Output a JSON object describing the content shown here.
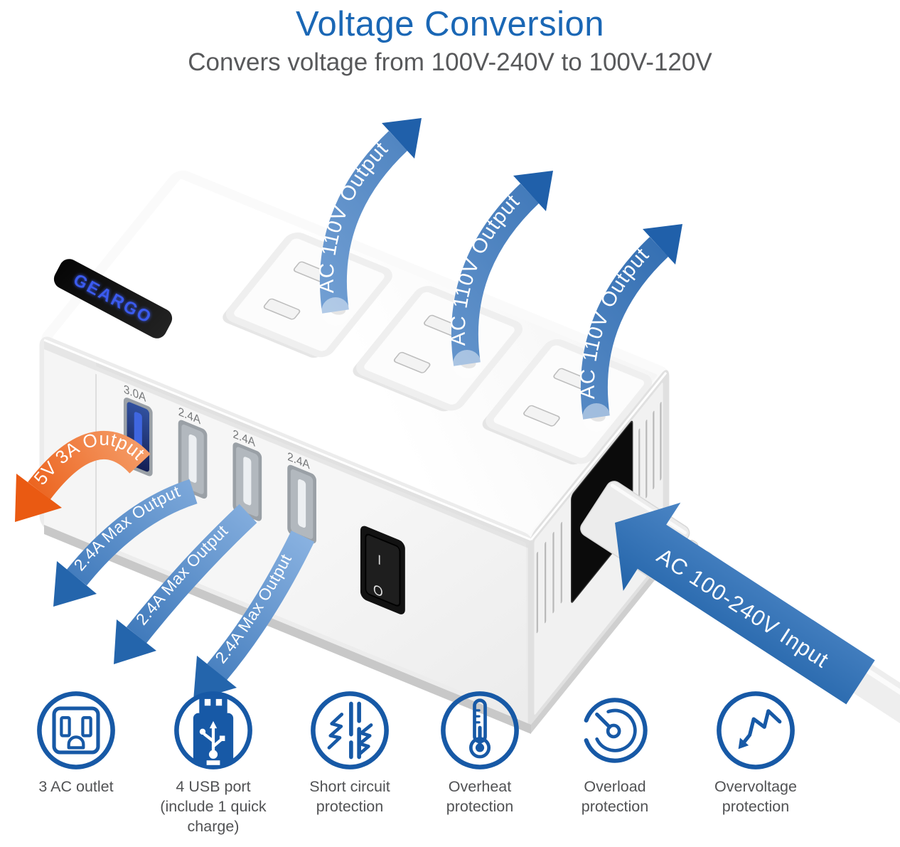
{
  "page": {
    "title": "Voltage Conversion",
    "subtitle": "Convers voltage from 100V-240V to 100V-120V"
  },
  "device": {
    "brand": "GEARGO",
    "outlet_arrow_labels": [
      "AC 110V Output",
      "AC 110V Output",
      "AC 110V Output"
    ],
    "usb_quick_arrow_label": "5V 3A Output",
    "usb_max_arrow_labels": [
      "2.4A Max Output",
      "2.4A Max Output",
      "2.4A Max Output"
    ],
    "input_arrow_label": "AC 100-240V Input",
    "usb_port_labels": [
      "3.0A",
      "2.4A",
      "2.4A",
      "2.4A"
    ],
    "switch": {
      "on_mark": "I",
      "off_mark": "O"
    }
  },
  "features": [
    {
      "icon": "ac-outlet-icon",
      "lines": [
        "3 AC outlet"
      ]
    },
    {
      "icon": "usb-port-icon",
      "lines": [
        "4 USB port",
        "(include 1 quick",
        "charge)"
      ]
    },
    {
      "icon": "short-circuit-icon",
      "lines": [
        "Short circuit",
        "protection"
      ]
    },
    {
      "icon": "overheat-icon",
      "lines": [
        "Overheat",
        "protection"
      ]
    },
    {
      "icon": "overload-icon",
      "lines": [
        "Overload",
        "protection"
      ]
    },
    {
      "icon": "overvoltage-icon",
      "lines": [
        "Overvoltage",
        "protection"
      ]
    }
  ],
  "colors": {
    "title_blue": "#1a67b5",
    "text_gray": "#515254",
    "arrow_blue_dark": "#1e5da7",
    "arrow_blue_light": "#8fb6e3",
    "arrow_orange": "#ea5a12",
    "icon_blue": "#1759a6",
    "logo_blue": "#3b5bef"
  }
}
